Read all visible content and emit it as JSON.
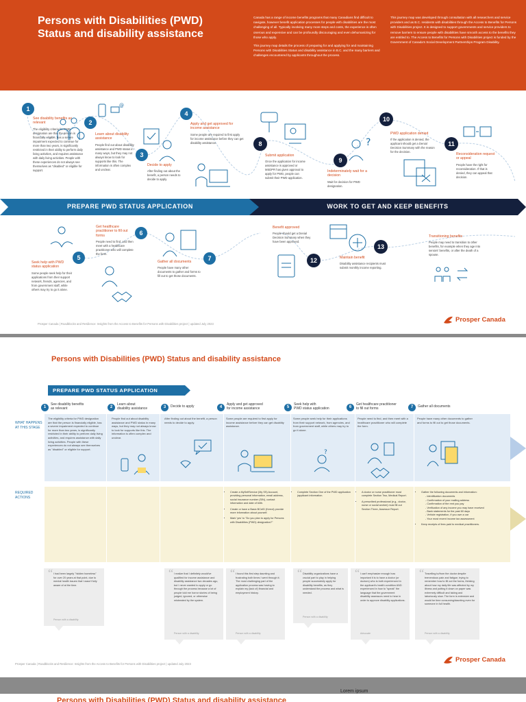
{
  "page1": {
    "title_line1": "Persons with Disabilities (PWD)",
    "title_line2": "Status and disability assistance",
    "intro_p1": "Canada has a range of income benefits programs that many Canadians find difficult to navigate, however benefit application processes for people with disabilities are the most challenging of all. Typically involving many more steps and costs, the experience is often onerous and expensive and can be profoundly discouraging and even dehumanizing for those who apply.",
    "intro_p2": "This journey map details the process of preparing for and applying for and maintaining Persons with Disabilities Status and disability assistance in B.C. and the many barriers and challenges encountered by applicants throughout the process.",
    "about": "This journey map was developed through consultation with all researchers and service providers and as B.C. residents with disabilities through the Access to Benefits for Persons with Disabilities project. It is designed to support governments and service providers to remove barriers to ensure people with disabilities have smooth access to the benefits they are entitled to. The Access to Benefits for Persons with Disabilities project is funded by the Government of Canada's Social Development Partnerships Program Disability.",
    "band_prepare": "PREPARE PWD STATUS APPLICATION",
    "band_work": "WORK TO GET AND KEEP BENEFITS",
    "steps": [
      {
        "num": "1",
        "title": "See disability benefits as relevant",
        "desc": "The eligibility criteria for PWD designation are that the person is financially eligible, has a severe impairment expected to continue for more than two years, is significantly restricted in their ability to perform daily living activities, and requires assistance with daily living activities. People with these experiences do not always see themselves as \"disabled\" or eligible for support."
      },
      {
        "num": "2",
        "title": "Learn about disability assistance",
        "desc": "People find out about disability assistance and PWD status in many ways, but they may not always know to look for supports like this. The information is often complex and unclear."
      },
      {
        "num": "3",
        "title": "Decide to apply",
        "desc": "After finding out about the benefit, a person needs to decide to apply."
      },
      {
        "num": "4",
        "title": "Apply and get approved for income assistance",
        "desc": "Some people are required to first apply for income assistance before they can get disability assistance."
      },
      {
        "num": "5",
        "title": "Seek help with PWD status application",
        "desc": "Some people seek help for their applications from their support network, friends, agencies, and from government staff, while others may try to go it alone."
      },
      {
        "num": "6",
        "title": "Get healthcare practitioner to fill out forms",
        "desc": "People need to find, and then meet with a healthcare practitioner who will complete the form."
      },
      {
        "num": "7",
        "title": "Gather all documents",
        "desc": "People have many other documents to gather and forms to fill out to get those documents."
      },
      {
        "num": "8",
        "title": "Submit application",
        "desc": "Once the application for income assistance is approved or MSDPR has given approval to apply for PWD, people can submit their PWD application."
      },
      {
        "num": "9",
        "title": "Indeterminately wait for a decision",
        "desc": "Wait for decision for PWD designation."
      },
      {
        "num": "10",
        "title": "PWD application denied",
        "desc": "If the application is denied, the applicant should get a Denial Decision Summary with the reason for the decision."
      },
      {
        "num": "11",
        "title": "Reconsideration request or appeal",
        "desc": "People have the right for reconsideration. If that is denied, they can appeal that decision."
      },
      {
        "num": "12",
        "title": "Benefit approved",
        "desc": "People should get a Denial Decision Summary when they have been approved."
      },
      {
        "num": "13",
        "title": "Maintain benefit",
        "desc": "Disability assistance recipients must submit monthly income reporting."
      },
      {
        "num": "",
        "title": "Transitioning benefits",
        "desc": "People may need to transition to other benefits, for example when they age into seniors' benefits, or after the death of a spouse."
      }
    ],
    "footer": "Prosper Canada | Roadblocks and Resilience: Insights from the Access to Benefits for Persons with Disabilities project | updated July 2023",
    "logo": "Prosper Canada"
  },
  "page2": {
    "title": "Persons with Disabilities (PWD) Status and disability assistance",
    "band": "PREPARE PWD STATUS APPLICATION",
    "row_what": "WHAT HAPPENS AT THIS STAGE",
    "row_required": "REQUIRED ACTIONS",
    "columns": [
      {
        "num": "1",
        "h1": "See disability benefits",
        "h2": "as relevant",
        "desc": "The eligibility criteria for PWD designation are that the person is financially eligible, has a severe impairment expected to continue for more than two years, is significantly restricted in their ability to perform daily living activities, and requires assistance with daily living activities. People with these experiences do not always see themselves as \"disabled\" or eligible for support."
      },
      {
        "num": "2",
        "h1": "Learn about",
        "h2": "disability assistance",
        "desc": "People find out about disability assistance and PWD status in many ways, but they may not always know to look for supports like this. The information is often complex and unclear."
      },
      {
        "num": "3",
        "h1": "Decide to apply",
        "h2": "",
        "desc": "After finding out about the benefit, a person needs to decide to apply."
      },
      {
        "num": "4",
        "h1": "Apply and get approved",
        "h2": "for income assistance",
        "desc": "Some people are required to first apply for income assistance before they can get disability assistance."
      },
      {
        "num": "5",
        "h1": "Seek help with",
        "h2": "PWD status application",
        "desc": "Some people seek help for their applications from their support network, from agencies, and from government staff, while others may try to go it alone."
      },
      {
        "num": "6",
        "h1": "Get healthcare practitioner",
        "h2": "to fill out forms",
        "desc": "People need to find, and then meet with a healthcare practitioner who will complete the form."
      },
      {
        "num": "7",
        "h1": "Gather all documents",
        "h2": "",
        "desc": "People have many other documents to gather and forms to fill out to get those documents."
      }
    ],
    "actions4": [
      "Create a MySelfService (My SS) Account, providing personal information, email address, social insurance number (SIN), contact information and date of birth.",
      "Create or have a Basic BCeID (Kerrol) provide more information about yourself.",
      "Mark 'yes' to \"Do you plan to apply for Persons with Disabilities (PWD) designation?\""
    ],
    "actions5": [
      "Complete Section One of the PWD application (applicant information."
    ],
    "actions6": [
      "A doctor or nurse practitioner must complete Section Two, Medical Report.",
      "A prescribed professional (e.g., doctor, nurse or social worker) must fill out Section Three, Assessor Report."
    ],
    "actions7_lead": "Gather the following documents and information:",
    "actions7_sub": [
      "- Identification documents",
      "- Confirmation of your mailing address",
      "- Confirmation of the rent you pay",
      "- Verification of any income you may have received",
      "- Bank statements for the past 60 days",
      "- Vehicle registration, if you own a car",
      "- Your most recent income tax assessment"
    ],
    "actions7_tail": "Keep receipts of fees paid to medical practitioners.",
    "quotes": [
      {
        "text": "I had been largely \"hidden homeless\" for over 20 years at that point, due to mental health issues that I wasn't fully aware of at the time.",
        "who": "Person with a disability"
      },
      {
        "text": "I realize that I definitely would've qualified for income assistance and disability assistance two decades ago, but I never wanted to apply or go through the process because a lot of people told me horror stories of being judged, ignored, or otherwise mistreated by the system.",
        "who": "Person with a disability"
      },
      {
        "text": "I found this first step daunting and frustrating both times I went through it. The most challenging part of the application process was having to explain my (lack of) financial and employment history.",
        "who": "Person with a disability"
      },
      {
        "text": "Disability organizations have a crucial part to play in helping people successfully apply for disability benefits, as they understand the process and what is needed.",
        "who": "Person with a disability"
      },
      {
        "text": "I can't emphasize enough how important it is to have a doctor (or doctors) who is both experienced in the applicant's health condition AND experienced in how to \"speak\" the language that the government disability assessors need to hear in order to approve disability applications.",
        "who": "Advocate"
      },
      {
        "text": "Travelling to/from the doctor despite tremendous pain and fatigue, trying to remember how to fill out the forms, thinking about how my daily life was affected by my illness and putting it down on paper was extremely difficult and taking and laboriously slow. The form is extensive and would be time consuming/daunting even for someone in full health.",
        "who": "Person with a disability"
      }
    ],
    "footer": "Prosper Canada | Roadblocks and Resilience: Insights from the Access to Benefits for Persons with Disabilities project | updated July 2023",
    "logo": "Prosper Canada"
  },
  "page3": {
    "title": "Persons with Disabilities (PWD) Status and disability assistance"
  },
  "lorem": "Lorem ipsum",
  "colors": {
    "orange": "#d34a1a",
    "blue": "#1e6fa5",
    "navy": "#14203d"
  }
}
